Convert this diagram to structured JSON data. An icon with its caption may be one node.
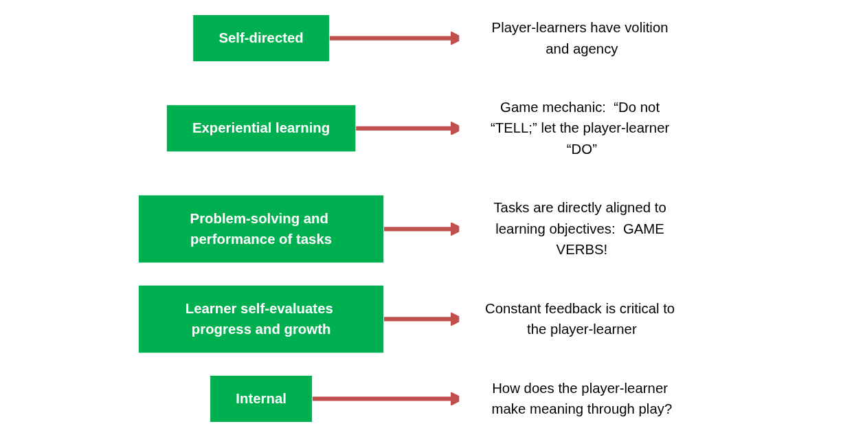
{
  "diagram": {
    "nodes": [
      {
        "text": [
          "Self-directed"
        ]
      },
      {
        "text": [
          "Player-learners have volition and agency"
        ]
      },
      {
        "text": [
          "Experiential learning"
        ]
      },
      {
        "text": [
          "Game mechanic:  “Do not “TELL;” let the player-learner “DO”"
        ]
      },
      {
        "text": [
          "Problem-solving and performance of tasks"
        ]
      },
      {
        "text": [
          "Tasks are directly aligned to learning objectives:  GAME VERBS!"
        ]
      },
      {
        "text": [
          "Learner self-evaluates progress and growth"
        ]
      },
      {
        "text": [
          "Constant feedback is critical to the player-learner"
        ]
      },
      {
        "text": [
          "Internal"
        ]
      },
      {
        "text": [
          "How does the player-learner make meaning through play?"
        ]
      }
    ],
    "edges": [
      {
        "from": 0,
        "to": 1,
        "arrow": "to"
      },
      {
        "from": 2,
        "to": 3,
        "arrow": "to"
      },
      {
        "from": 4,
        "to": 5,
        "arrow": "to"
      },
      {
        "from": 6,
        "to": 7,
        "arrow": "to"
      },
      {
        "from": 8,
        "to": 9,
        "arrow": "to"
      }
    ]
  }
}
